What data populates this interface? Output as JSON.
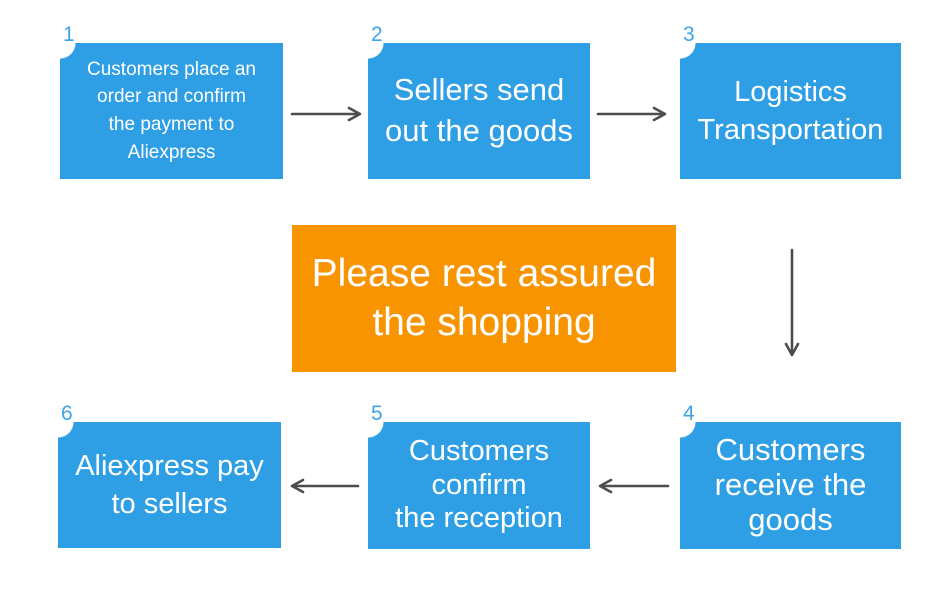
{
  "colors": {
    "background": "#FFFFFF",
    "step_blue": "#2E9EE5",
    "highlight_orange": "#F79400",
    "arrow_gray": "#4D4D4D",
    "step_text_white": "#FFFFFF",
    "number_blue": "#3FA3EA"
  },
  "steps": [
    {
      "number": "1",
      "label": "Customers place an\norder and confirm\nthe payment to\nAliexpress"
    },
    {
      "number": "2",
      "label": "Sellers send\nout the goods"
    },
    {
      "number": "3",
      "label": "Logistics\nTransportation"
    },
    {
      "number": "4",
      "label": "Customers\nreceive the\ngoods"
    },
    {
      "number": "5",
      "label": "Customers\nconfirm\nthe reception"
    },
    {
      "number": "6",
      "label": "Aliexpress pay\nto sellers"
    }
  ],
  "center_banner": {
    "label": "Please rest assured\nthe shopping"
  }
}
